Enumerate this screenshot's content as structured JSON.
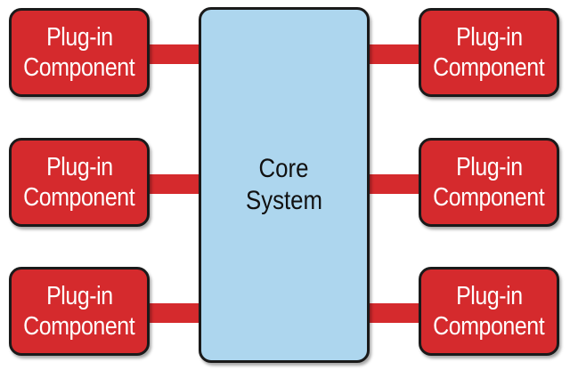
{
  "core": {
    "line1": "Core",
    "line2": "System"
  },
  "plugins": [
    {
      "line1": "Plug-in",
      "line2": "Component"
    },
    {
      "line1": "Plug-in",
      "line2": "Component"
    },
    {
      "line1": "Plug-in",
      "line2": "Component"
    },
    {
      "line1": "Plug-in",
      "line2": "Component"
    },
    {
      "line1": "Plug-in",
      "line2": "Component"
    },
    {
      "line1": "Plug-in",
      "line2": "Component"
    }
  ],
  "colors": {
    "plugin_fill": "#d52a2d",
    "core_fill": "#add6ee",
    "border": "#1a1a1a",
    "connector": "#d52a2d"
  }
}
